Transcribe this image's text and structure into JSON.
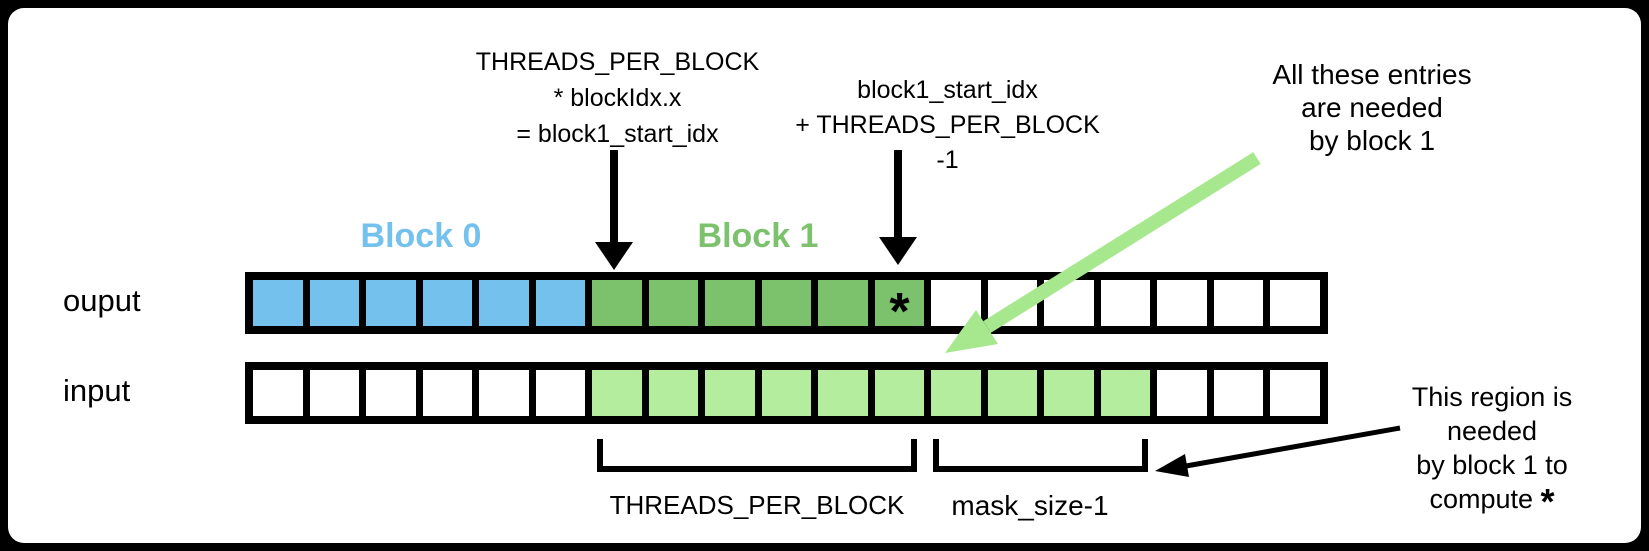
{
  "colors": {
    "block0_blue": "#74C1EE",
    "block1_green": "#7CC26D",
    "halo_green": "#B5ED9F",
    "arrow_green": "#A7E88F",
    "white": "#FFFFFF",
    "black": "#000000"
  },
  "annotations": {
    "block1_start": {
      "lines": [
        "THREADS_PER_BLOCK",
        "* blockIdx.x",
        "= block1_start_idx"
      ]
    },
    "block1_end": {
      "lines": [
        "block1_start_idx",
        "+ THREADS_PER_BLOCK -1"
      ]
    },
    "entries_needed": {
      "lines": [
        "All these entries",
        "are needed",
        "by block 1"
      ]
    },
    "region_needed": {
      "lines": [
        "This region is",
        "needed",
        "by block 1 to",
        "compute"
      ],
      "asterisk": "*"
    }
  },
  "block_labels": {
    "block0": "Block 0",
    "block1": "Block 1"
  },
  "rows": {
    "output": {
      "label": "ouput",
      "asterisk": "*",
      "asterisk_index": 11,
      "cells": [
        "block0_blue",
        "block0_blue",
        "block0_blue",
        "block0_blue",
        "block0_blue",
        "block0_blue",
        "block1_green",
        "block1_green",
        "block1_green",
        "block1_green",
        "block1_green",
        "block1_green",
        "white",
        "white",
        "white",
        "white",
        "white",
        "white",
        "white"
      ]
    },
    "input": {
      "label": "input",
      "cells": [
        "white",
        "white",
        "white",
        "white",
        "white",
        "white",
        "halo_green",
        "halo_green",
        "halo_green",
        "halo_green",
        "halo_green",
        "halo_green",
        "halo_green",
        "halo_green",
        "halo_green",
        "halo_green",
        "white",
        "white",
        "white"
      ]
    }
  },
  "braces": {
    "threads_per_block": "THREADS_PER_BLOCK",
    "mask_size": "mask_size-1"
  }
}
